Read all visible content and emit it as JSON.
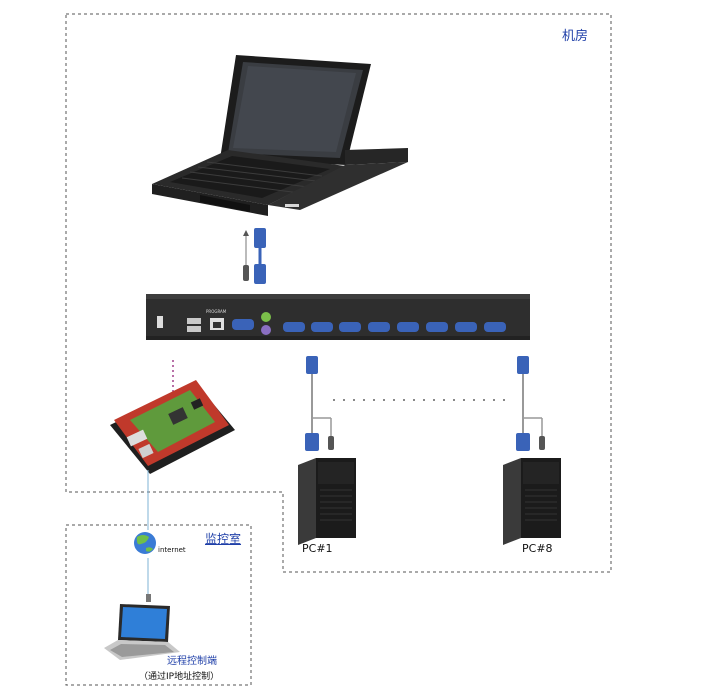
{
  "labels": {
    "machine_room": "机房",
    "monitor_room": "监控室",
    "internet": "internet",
    "pc1": "PC#1",
    "pc8": "PC#8",
    "remote_terminal": "远程控制端",
    "remote_note": "（通过IP地址控制）",
    "kvm_program_port": "PROGRAM"
  },
  "colors": {
    "dashed_border": "#555555",
    "label_blue": "#1f3fa8",
    "kvm_body": "#2e2e2e",
    "vga_port": "#3a63b8",
    "pcb_green": "#5f9a3c",
    "pcb_red": "#c0392b",
    "tower": "#1b1b1b",
    "cable": "#9a9a9a",
    "magenta_link": "#a0408a"
  }
}
